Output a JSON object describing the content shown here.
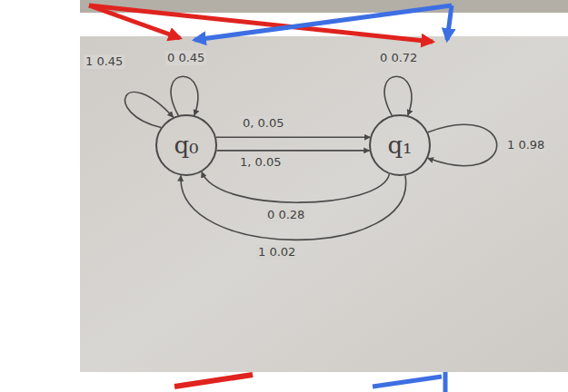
{
  "diagram": {
    "nodes": [
      {
        "text": [
          "q₀"
        ]
      },
      {
        "text": [
          "q₁"
        ]
      }
    ],
    "edges": [
      {
        "from": 0,
        "to": 0,
        "arrow": "to",
        "label": "1 0.45"
      },
      {
        "from": 0,
        "to": 0,
        "arrow": "to",
        "label": "0 0.45"
      },
      {
        "from": 1,
        "to": 1,
        "arrow": "to",
        "label": "0 0.72"
      },
      {
        "from": 1,
        "to": 1,
        "arrow": "to",
        "label": "1 0.98"
      },
      {
        "from": 0,
        "to": 1,
        "arrow": "to",
        "label": "0, 0.05"
      },
      {
        "from": 0,
        "to": 1,
        "arrow": "to",
        "label": "1, 0.05"
      },
      {
        "from": 1,
        "to": 0,
        "arrow": "to",
        "label": "0 0.28"
      },
      {
        "from": 1,
        "to": 0,
        "arrow": "to",
        "label": "1 0.02"
      }
    ]
  }
}
